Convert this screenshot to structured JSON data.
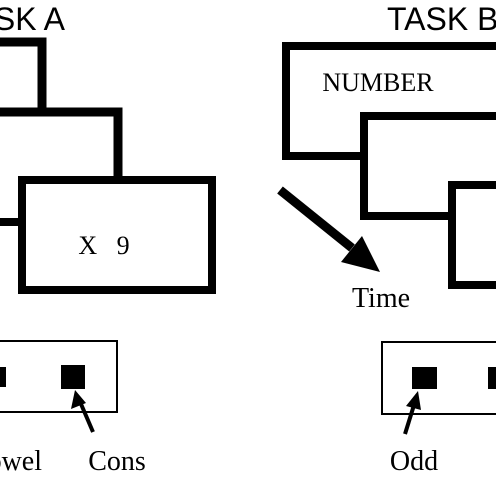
{
  "task_a": {
    "title": "TASK A",
    "stimulus": "X   9",
    "left_label": "Vowel",
    "right_label": "Cons"
  },
  "task_b": {
    "title": "TASK B",
    "stimulus": "NUMBER",
    "left_label": "Odd",
    "arrow_label": "Time"
  }
}
